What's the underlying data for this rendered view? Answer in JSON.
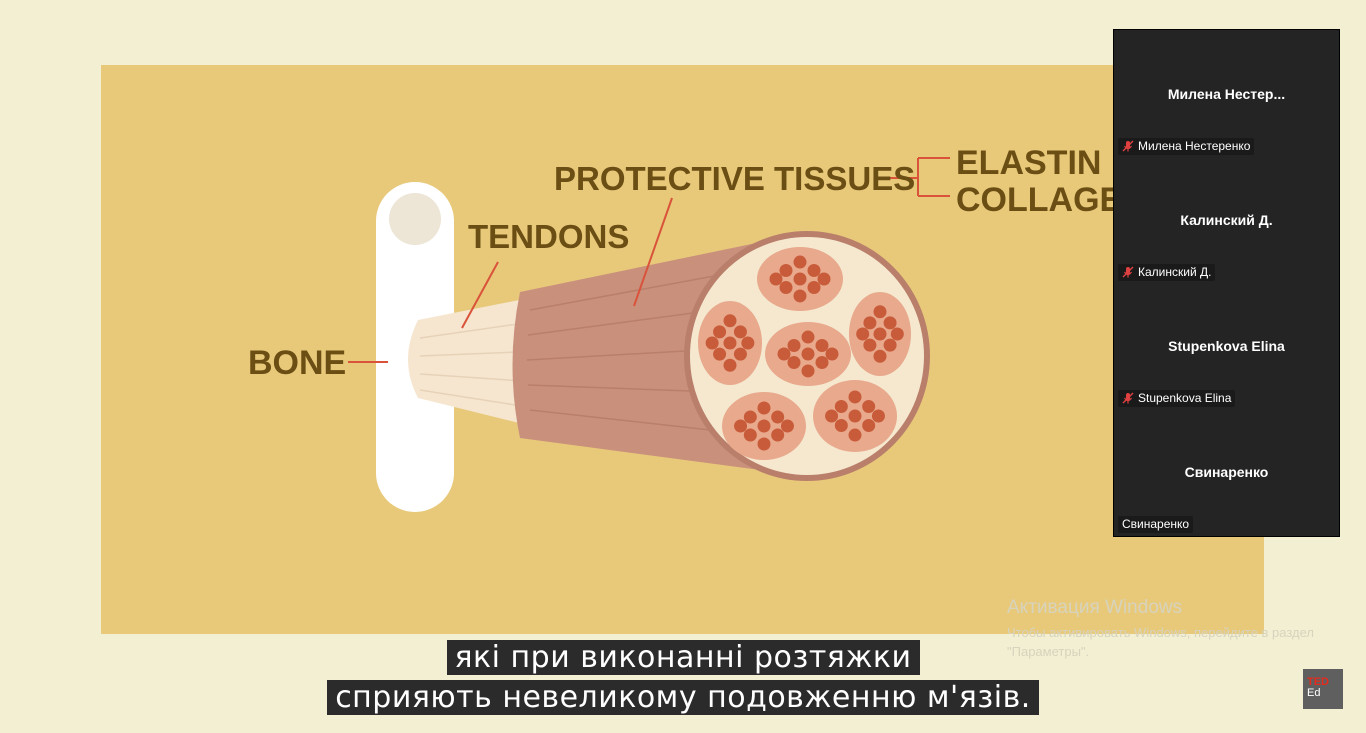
{
  "illustration": {
    "labels": {
      "bone": "BONE",
      "tendons": "TENDONS",
      "protective_tissues": "PROTECTIVE TISSUES",
      "elastin": "ELASTIN",
      "collagen": "COLLAGE"
    },
    "colors": {
      "background_panel": "#e8c97a",
      "bone": "#ffffff",
      "muscle": "#c9907c",
      "fiber_bundle": "#e8a98d",
      "fiber": "#c85c3a",
      "label": "#6b4e14",
      "pointer": "#d9533b"
    }
  },
  "participants": [
    {
      "display_name": "Милена  Нестер...",
      "name_tag": "Милена Нестеренко",
      "muted": true
    },
    {
      "display_name": "Калинский Д.",
      "name_tag": "Калинский Д.",
      "muted": true
    },
    {
      "display_name": "Stupenkova Elina",
      "name_tag": "Stupenkova Elina",
      "muted": true
    },
    {
      "display_name": "Свинаренко",
      "name_tag": "Свинаренко",
      "muted": false
    }
  ],
  "subtitles": {
    "line1": "які при виконанні розтяжки",
    "line2": "сприяють невеликому подовженню м'язів."
  },
  "watermark": {
    "title": "Активация Windows",
    "text": "Чтобы активировать Windows, перейдите в раздел \"Параметры\"."
  },
  "ted_logo": {
    "top": "TED",
    "bottom": "Ed"
  },
  "icons": {
    "muted_mic": "mic-muted-icon"
  }
}
